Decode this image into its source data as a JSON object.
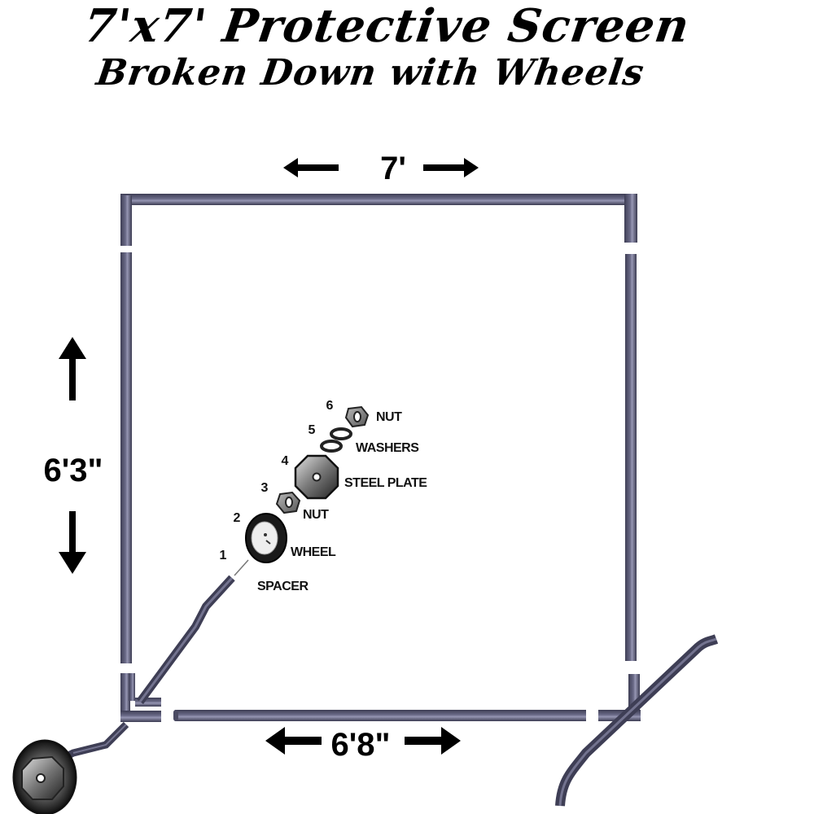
{
  "title": {
    "main": "7'x7' Protective Screen",
    "subtitle": "Broken Down with Wheels"
  },
  "dimensions": {
    "width_top": "7'",
    "height_left": "6'3\"",
    "width_bottom": "6'8\""
  },
  "parts": [
    {
      "number": "1",
      "label": "SPACER"
    },
    {
      "number": "2",
      "label": "WHEEL"
    },
    {
      "number": "3",
      "label": "NUT"
    },
    {
      "number": "4",
      "label": "STEEL PLATE"
    },
    {
      "number": "5",
      "label": "WASHERS"
    },
    {
      "number": "6",
      "label": "NUT"
    }
  ],
  "colors": {
    "tube": "#4b4b63",
    "tube_highlight": "#8a8aa8",
    "arrow": "#000000",
    "background": "#ffffff"
  }
}
